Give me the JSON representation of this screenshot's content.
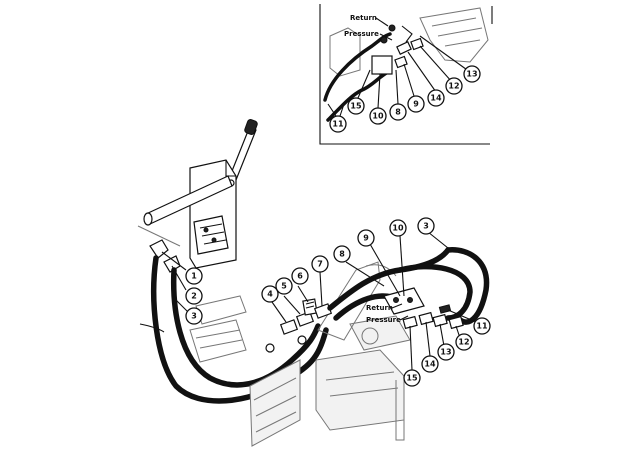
{
  "labels": {
    "return": "Return",
    "pressure": "Pressure"
  },
  "callouts": {
    "c1": "1",
    "c2": "2",
    "c3a": "3",
    "c3b": "3",
    "c4": "4",
    "c5": "5",
    "c6": "6",
    "c7": "7",
    "c8": "8",
    "c9": "9",
    "c10": "10",
    "c11": "11",
    "c12": "12",
    "c13": "13",
    "c14": "14",
    "c15": "15",
    "i8": "8",
    "i9": "9",
    "i10": "10",
    "i11": "11",
    "i12": "12",
    "i13": "13",
    "i14": "14",
    "i15": "15"
  }
}
